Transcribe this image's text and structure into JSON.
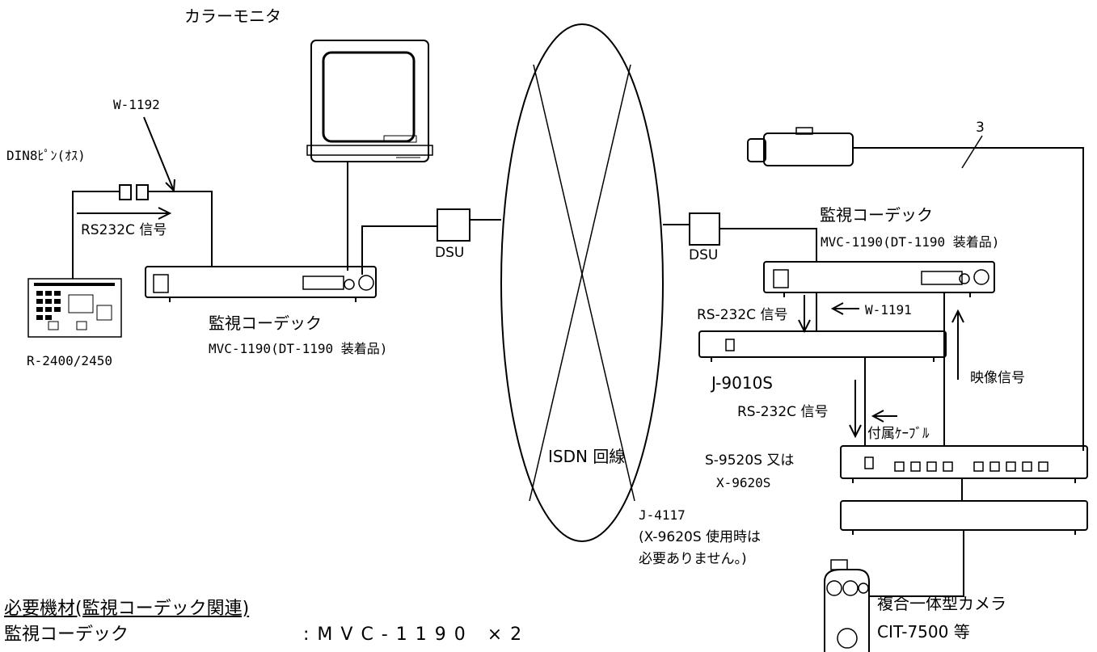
{
  "labels": {
    "color_monitor": "カラーモニタ",
    "w1192": "W-1192",
    "din8": "DIN8ﾋﾟﾝ(ｵｽ)",
    "rs232c_left": "RS232C 信号",
    "remote_model": "R-2400/2450",
    "codec_left_title": "監視コーデック",
    "codec_left_model": "MVC-1190(DT-1190 装着品)",
    "dsu_left": "DSU",
    "dsu_right": "DSU",
    "isdn": "ISDN 回線",
    "codec_right_title": "監視コーデック",
    "codec_right_model": "MVC-1190(DT-1190 装着品)",
    "rs232c_right1": "RS-232C 信号",
    "w1191": "W-1191",
    "j9010s": "J-9010S",
    "video_signal": "映像信号",
    "rs232c_right2": "RS-232C 信号",
    "supplied_cable": "付属ｹｰﾌﾞﾙ",
    "controller_model1": "S-9520S 又は",
    "controller_model2": "X-9620S",
    "j4117": "J-4117",
    "j4117_note1": "(X-9620S 使用時は",
    "j4117_note2": "必要ありません。)",
    "three": "3",
    "dome_title": "複合一体型カメラ",
    "dome_model": "CIT-7500 等"
  },
  "requirements": {
    "heading": "必要機材(監視コーデック関連)",
    "item_name": "監視コーデック",
    "item_spec": ":MVC-1190 ×2"
  }
}
